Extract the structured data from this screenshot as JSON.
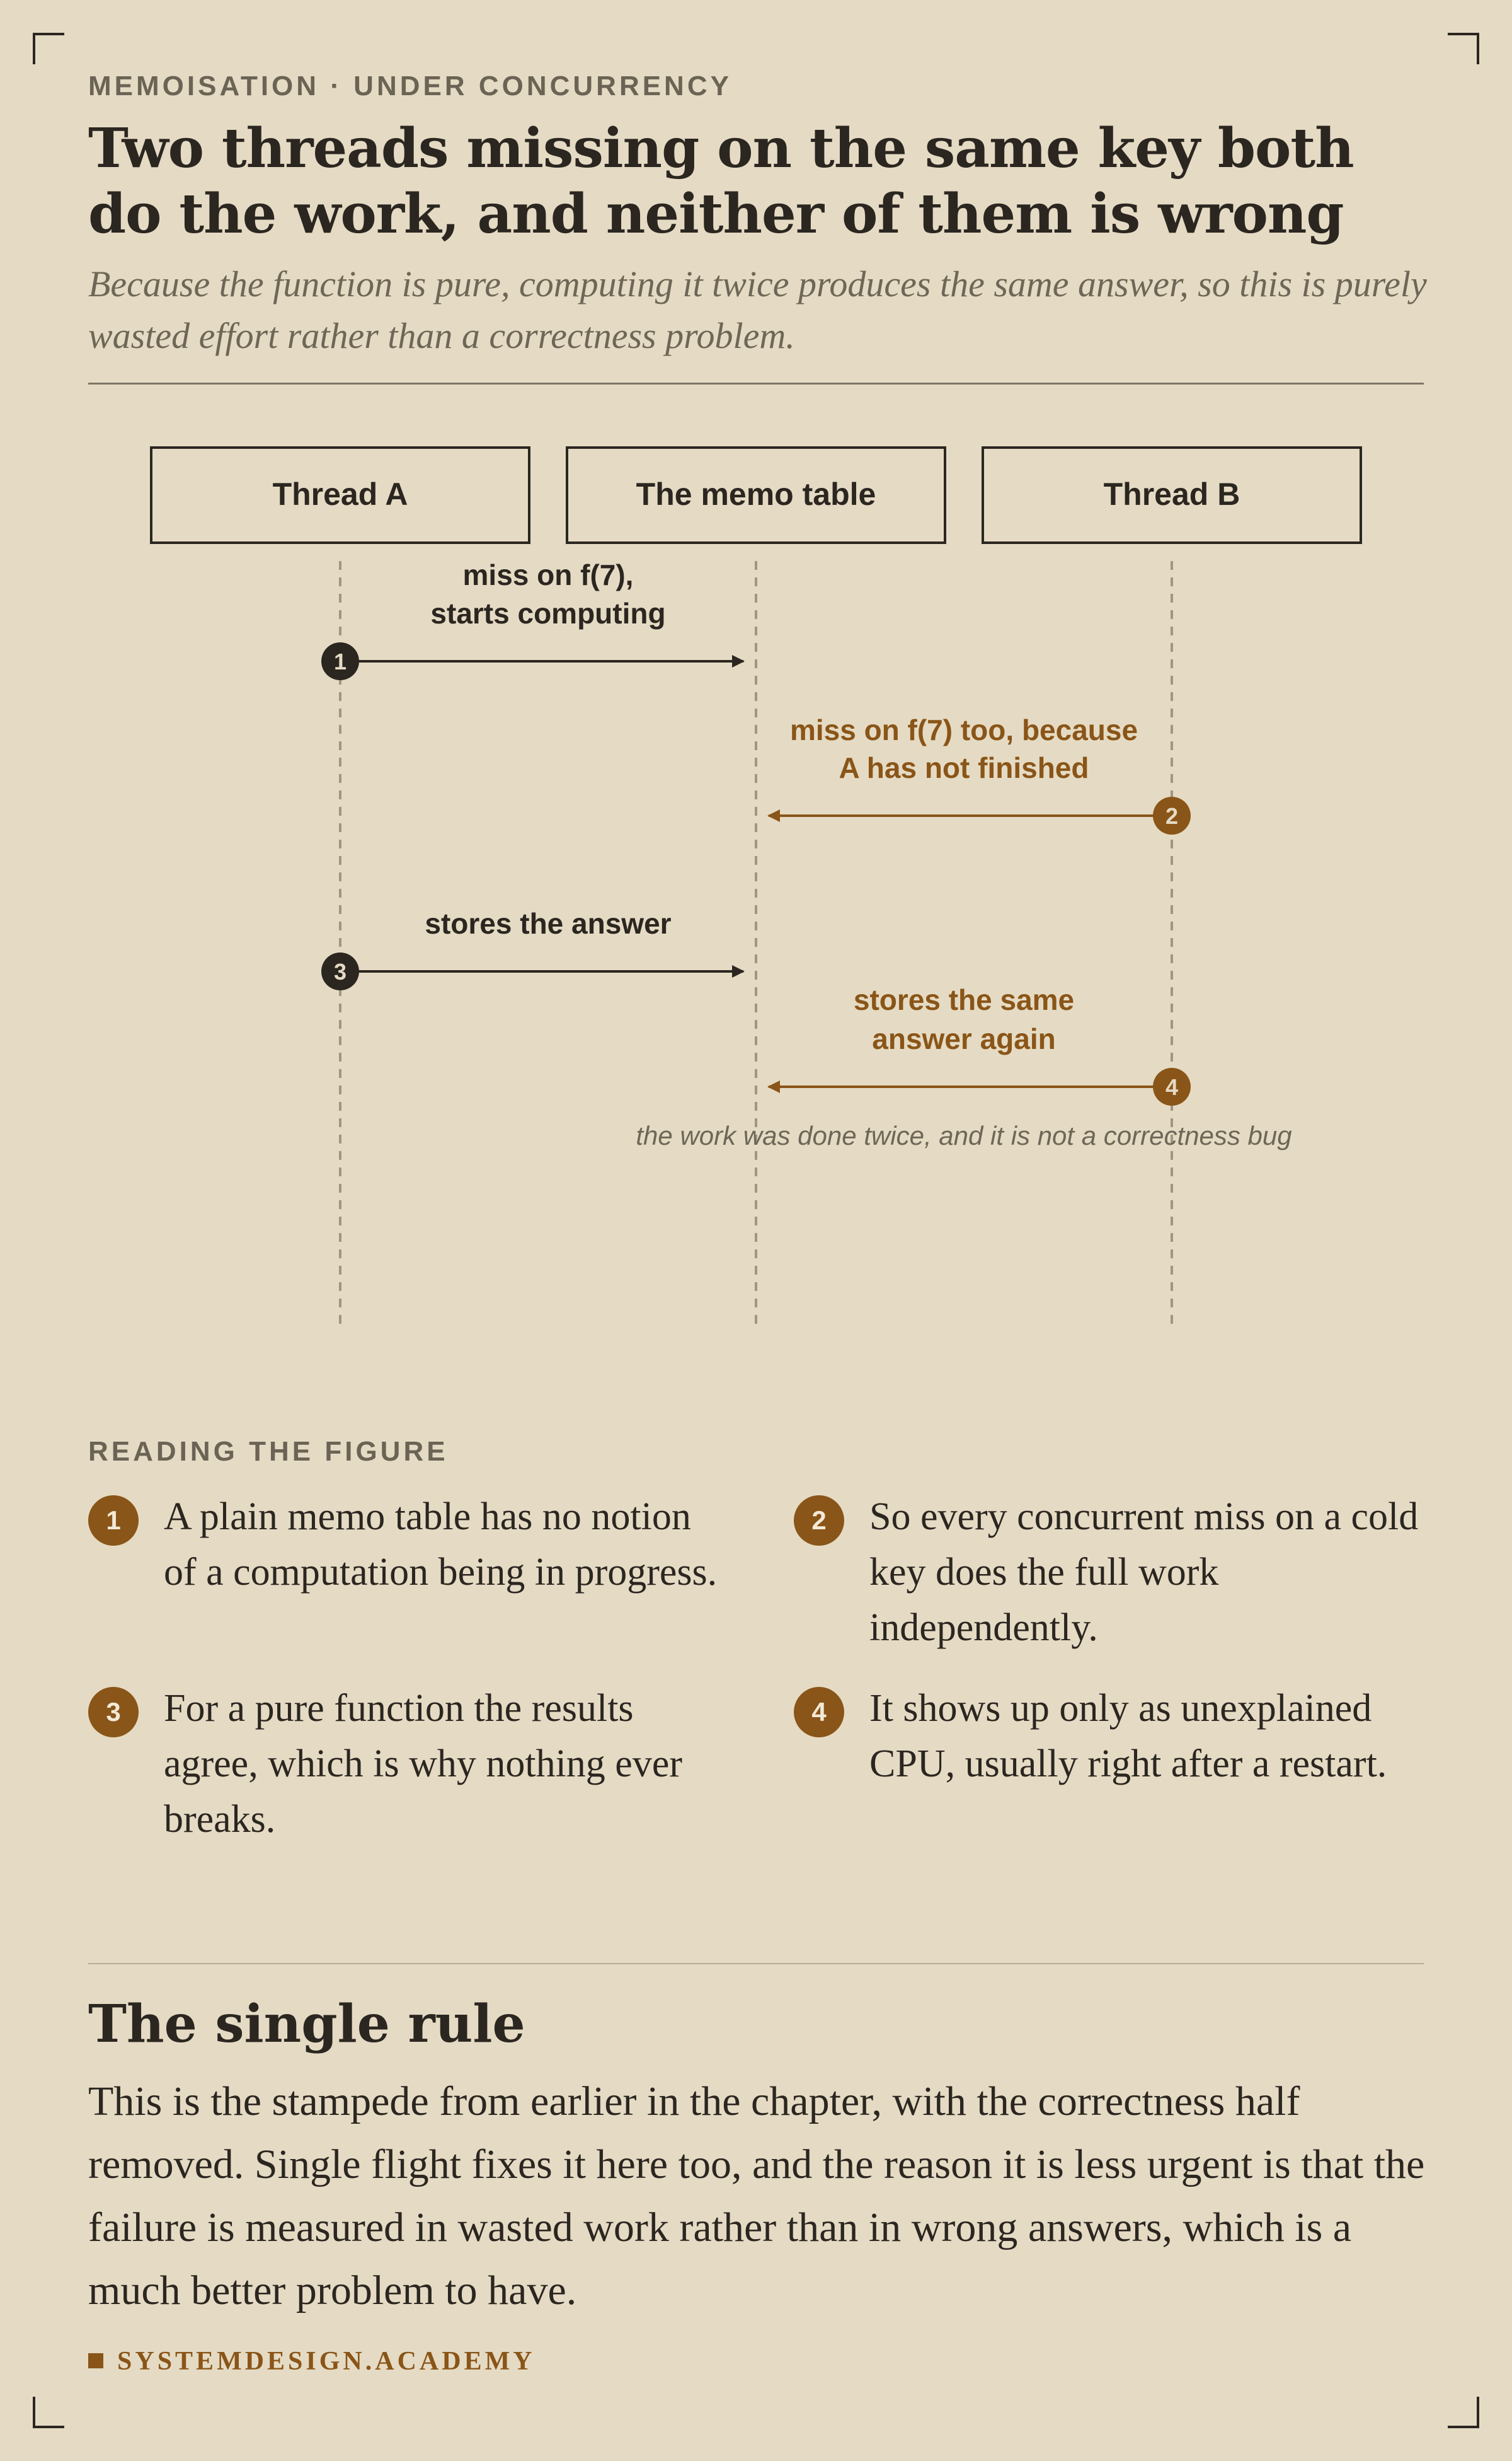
{
  "header": {
    "eyebrow": "MEMOISATION · UNDER CONCURRENCY",
    "title": "Two threads missing on the same key both do the work, and neither of them is wrong",
    "subtitle": "Because the function is pure, computing it twice produces the same answer, so this is purely wasted effort rather than a correctness problem."
  },
  "diagram": {
    "lanes": [
      "Thread A",
      "The memo table",
      "Thread B"
    ],
    "messages": [
      {
        "step": "1",
        "from": "Thread A",
        "to": "The memo table",
        "lines": [
          "miss on f(7),",
          "starts computing"
        ]
      },
      {
        "step": "2",
        "from": "Thread B",
        "to": "The memo table",
        "lines": [
          "miss on f(7) too, because",
          "A has not finished"
        ]
      },
      {
        "step": "3",
        "from": "Thread A",
        "to": "The memo table",
        "lines": [
          "stores the answer"
        ]
      },
      {
        "step": "4",
        "from": "Thread B",
        "to": "The memo table",
        "lines": [
          "stores the same",
          "answer again"
        ]
      }
    ],
    "note": "the work was done twice, and it is not a correctness bug"
  },
  "reading": {
    "label": "READING THE FIGURE",
    "items": [
      {
        "num": "1",
        "text": "A plain memo table has no notion of a computation being in progress."
      },
      {
        "num": "2",
        "text": "So every concurrent miss on a cold key does the full work independently."
      },
      {
        "num": "3",
        "text": "For a pure function the results agree, which is why nothing ever breaks."
      },
      {
        "num": "4",
        "text": "It shows up only as unexplained CPU, usually right after a restart."
      }
    ]
  },
  "rule": {
    "heading": "The single rule",
    "body": "This is the stampede from earlier in the chapter, with the correctness half removed. Single flight fixes it here too, and the reason it is less urgent is that the failure is measured in wasted work rather than in wrong answers, which is a much better problem to have."
  },
  "footer": {
    "brand": "SYSTEMDESIGN.ACADEMY"
  },
  "colors": {
    "background": "#e5dbc4",
    "ink": "#2b2620",
    "accent": "#8a5518",
    "muted": "#6e6757"
  }
}
